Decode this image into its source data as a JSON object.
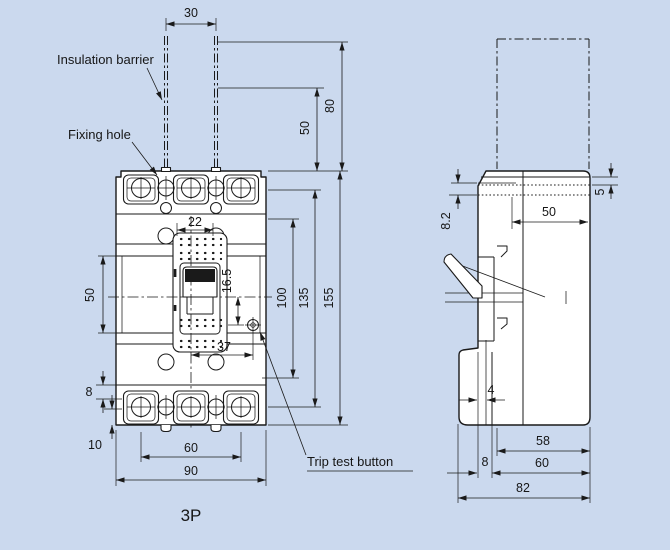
{
  "figure": {
    "caption": "3P",
    "background_color": "#cbd9ee",
    "line_color": "#1a1a1a",
    "body_fill": "#ffffff",
    "callouts": {
      "insulation_barrier": "Insulation barrier",
      "fixing_hole": "Fixing hole",
      "trip_test_button": "Trip test button"
    },
    "front_view": {
      "name": "front-view-3p-breaker",
      "dims": {
        "barrier_pitch": "30",
        "barrier_height_outer": "80",
        "barrier_height_inner": "50",
        "handle_hole_span": "22",
        "cover_height": "50",
        "trip_button_offset_y": "16.5",
        "trip_button_offset_x": "37",
        "cover_span": "100",
        "fixing_hole_pitch": "135",
        "overall_height": "155",
        "terminal_inset": "8",
        "terminal_edge": "10",
        "terminal_pitch_total": "60",
        "overall_width": "90"
      }
    },
    "side_view": {
      "name": "side-view-breaker",
      "dims": {
        "barrier_slot_depth": "8.2",
        "cover_step": "5",
        "top_depth": "50",
        "clip_step": "4",
        "base_depth_upper": "58",
        "base_depth": "60",
        "front_gap": "8",
        "overall_depth": "82"
      }
    }
  }
}
